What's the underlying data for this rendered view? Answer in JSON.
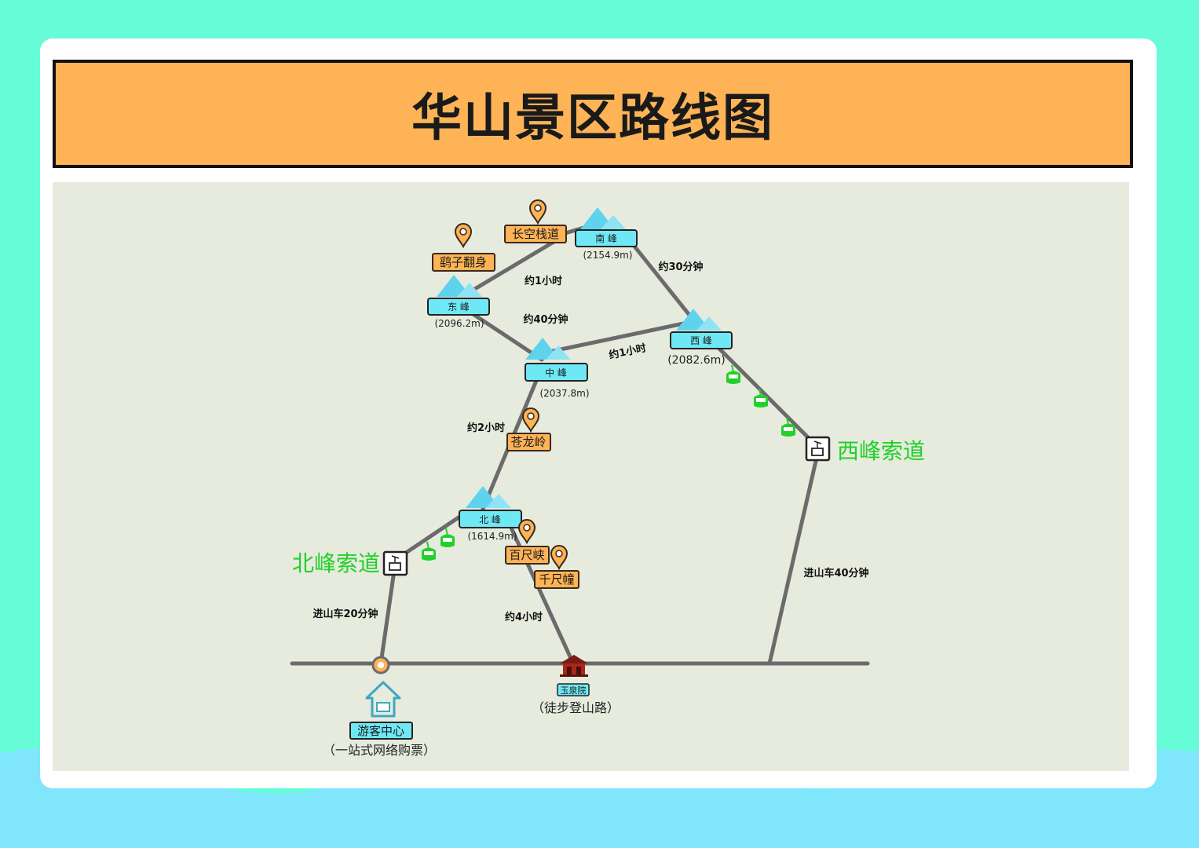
{
  "title": "华山景区路线图",
  "colors": {
    "background": "#66fcd8",
    "banner": "#fdb356",
    "map_panel": "#e6ebde",
    "route": "#6b6b6b",
    "peak_label": "#6fe8f5",
    "peak_mountain": "#5fd3ee",
    "spot_label": "#fdb356",
    "cable_car": "#22d02a",
    "cable_text": "#22d02a",
    "visitor_label": "#6fe8f5"
  },
  "peaks": {
    "south": {
      "name": "南 峰",
      "elevation": "(2154.9m)"
    },
    "east": {
      "name": "东 峰",
      "elevation": "(2096.2m)"
    },
    "west": {
      "name": "西 峰",
      "elevation": "(2082.6m)"
    },
    "middle": {
      "name": "中 峰",
      "elevation": "(2037.8m)"
    },
    "north": {
      "name": "北 峰",
      "elevation": "(1614.9m)"
    }
  },
  "spots": {
    "changkong": "长空栈道",
    "yaozi": "鹞子翻身",
    "canglong": "苍龙岭",
    "baichi": "百尺峡",
    "qianchi": "千尺幢",
    "yuquan": "玉泉院"
  },
  "durations": {
    "south_west": "约30分钟",
    "east_south": "约1小时",
    "east_middle": "约40分钟",
    "middle_west": "约1小时",
    "middle_north": "约2小时",
    "north_yuquan": "约4小时",
    "bus_north": "进山车20分钟",
    "bus_west": "进山车40分钟"
  },
  "cableways": {
    "north": "北峰索道",
    "west": "西峰索道"
  },
  "visitor_center": {
    "label": "游客中心",
    "note": "（一站式网络购票）"
  },
  "hiking_note": "（徒步登山路）",
  "icons": {
    "mountain": "mountain-icon",
    "location_pin": "location-pin-icon",
    "cable_car": "cable-car-icon",
    "cableway_station": "cableway-station-icon",
    "home": "home-icon",
    "temple": "temple-icon",
    "start_marker": "start-circle-icon"
  }
}
